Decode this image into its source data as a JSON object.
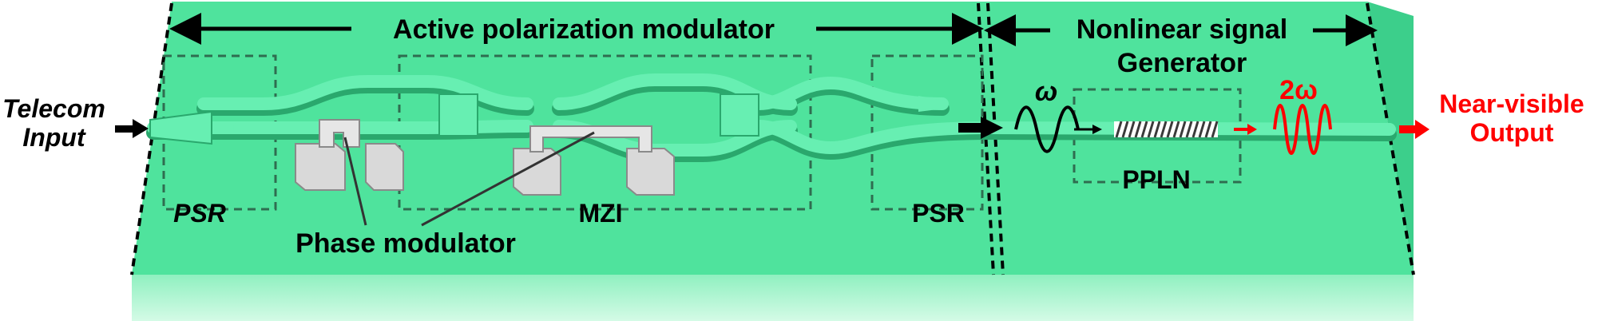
{
  "input": {
    "line1": "Telecom",
    "line2": "Input"
  },
  "output": {
    "line1": "Near-visible",
    "line2": "Output"
  },
  "sections": {
    "modulator_title": "Active polarization modulator",
    "generator_title_line1": "Nonlinear signal",
    "generator_title_line2": "Generator"
  },
  "components": {
    "psr_left": "PSR",
    "psr_right": "PSR",
    "mzi": "MZI",
    "phase_modulator": "Phase modulator",
    "ppln": "PPLN"
  },
  "signals": {
    "omega": "ω",
    "two_omega": "2ω"
  },
  "colors": {
    "chip_top": "#4fe39d",
    "chip_front": "#b6f5d4",
    "waveguide": "#65eeb0",
    "electrode": "#d9d9d9",
    "output_accent": "#ff0000",
    "text": "#000000"
  }
}
